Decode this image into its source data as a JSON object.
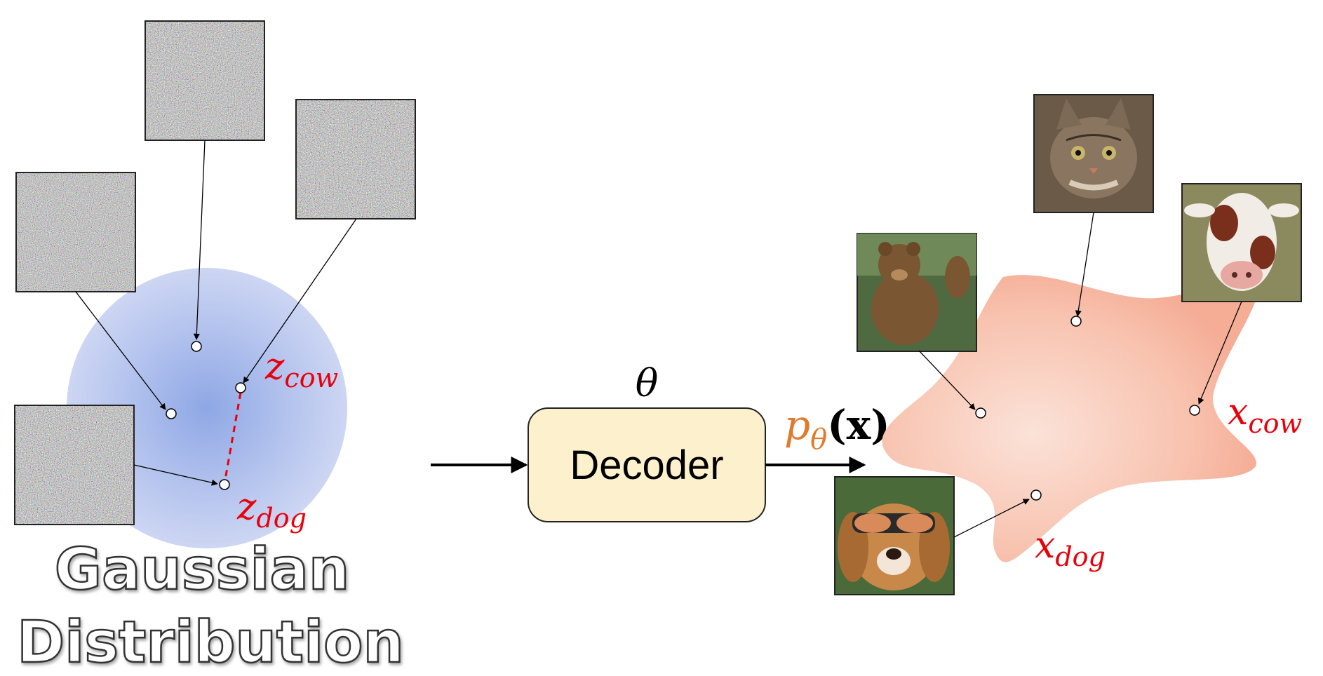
{
  "left": {
    "title_line1": "Gaussian",
    "title_line2": "Distribution",
    "label_cow_base": "z",
    "label_cow_sub": "cow",
    "label_dog_base": "z",
    "label_dog_sub": "dog"
  },
  "middle": {
    "theta": "θ",
    "decoder": "Decoder",
    "p_base": "p",
    "p_sub": "θ",
    "p_arg": "(x)"
  },
  "right": {
    "label_cow_base": "x",
    "label_cow_sub": "cow",
    "label_dog_base": "x",
    "label_dog_sub": "dog",
    "images": [
      "cat-photo",
      "bear-photo",
      "cow-photo",
      "dog-photo"
    ]
  },
  "colors": {
    "gaussian_center": "#8fa8e6",
    "gaussian_edge": "#c9d3f2",
    "blob": "#f7b9a4",
    "decoder_fill": "#fdf0cc",
    "label_red": "#e8000b",
    "p_orange": "#e07b2e",
    "dashed_red": "#e8000b"
  }
}
